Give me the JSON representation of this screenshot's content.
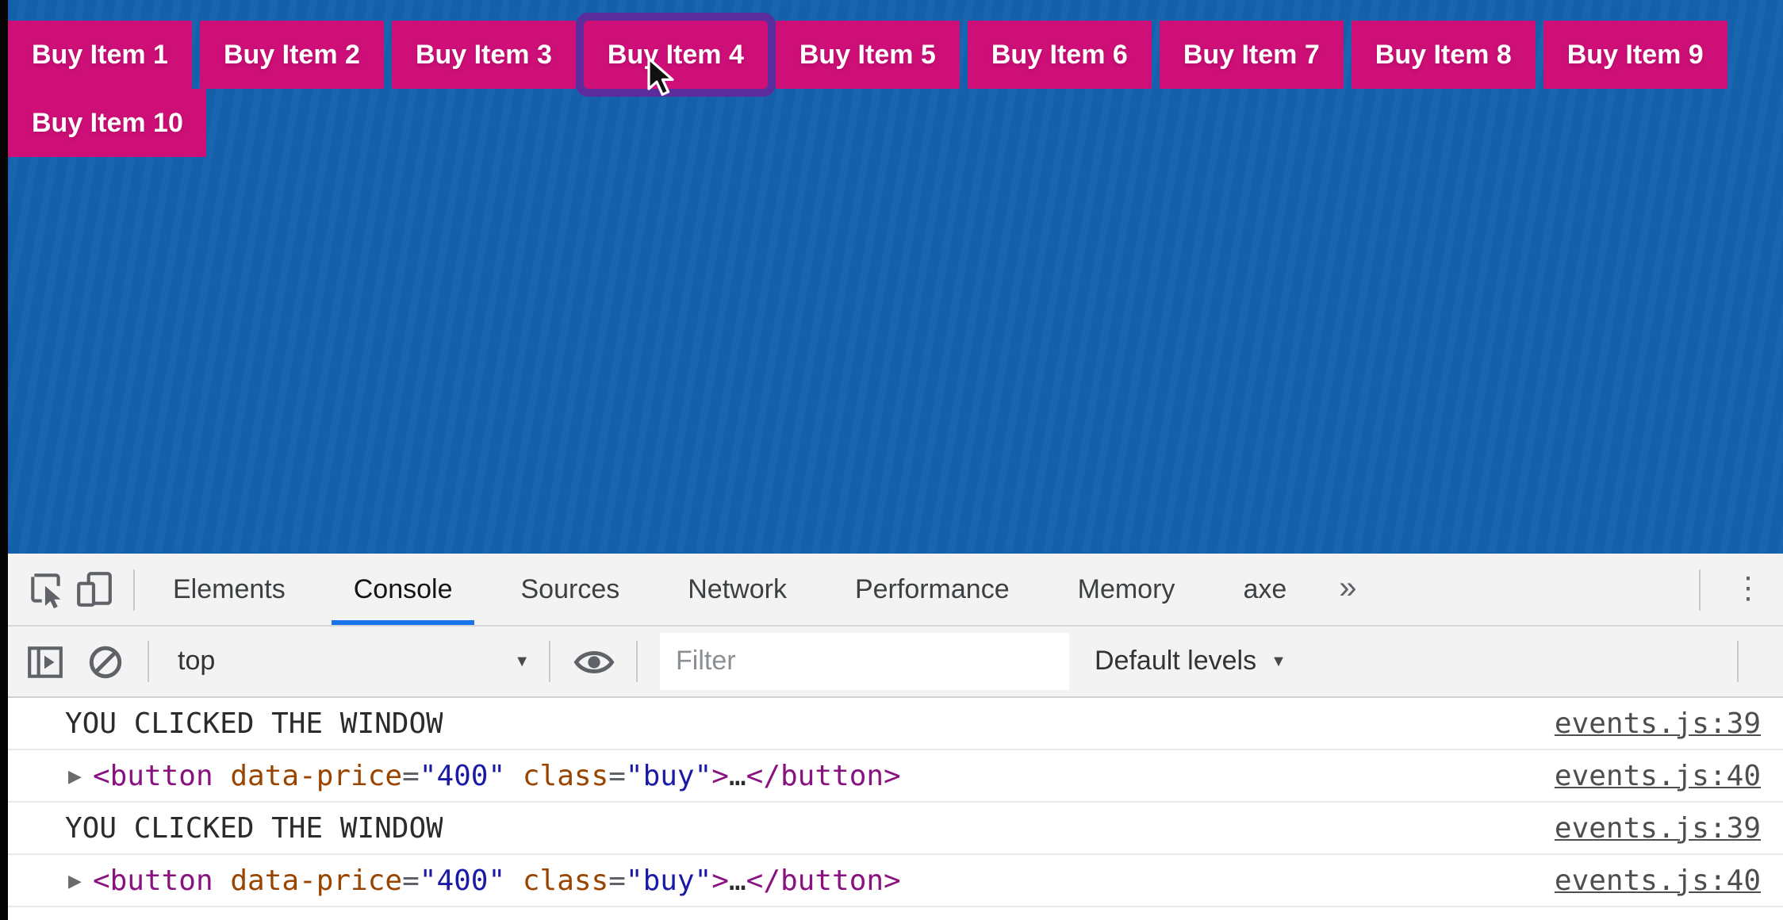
{
  "page": {
    "background_color": "#1561ad",
    "button_color": "#ce0f78",
    "focus_ring_color": "#5b2d9c",
    "focused_button": "Buy Item 4",
    "buttons": [
      {
        "label": "Buy Item 1"
      },
      {
        "label": "Buy Item 2"
      },
      {
        "label": "Buy Item 3"
      },
      {
        "label": "Buy Item 4"
      },
      {
        "label": "Buy Item 5"
      },
      {
        "label": "Buy Item 6"
      },
      {
        "label": "Buy Item 7"
      },
      {
        "label": "Buy Item 8"
      },
      {
        "label": "Buy Item 9"
      },
      {
        "label": "Buy Item 10"
      }
    ]
  },
  "devtools": {
    "accent_color": "#1a73e8",
    "tabs": [
      {
        "label": "Elements",
        "active": false
      },
      {
        "label": "Console",
        "active": true
      },
      {
        "label": "Sources",
        "active": false
      },
      {
        "label": "Network",
        "active": false
      },
      {
        "label": "Performance",
        "active": false
      },
      {
        "label": "Memory",
        "active": false
      },
      {
        "label": "axe",
        "active": false
      }
    ],
    "more_tabs_glyph": "»",
    "kebab_glyph": "⋮",
    "toolbar": {
      "context_selected": "top",
      "caret_glyph": "▼",
      "filter_placeholder": "Filter",
      "levels_label": "Default levels"
    },
    "logs": [
      {
        "kind": "text",
        "text": "YOU CLICKED THE WINDOW",
        "source": "events.js:39"
      },
      {
        "kind": "element",
        "twisty_glyph": "▶",
        "tokens": [
          {
            "t": "<button ",
            "c": "tag"
          },
          {
            "t": "data-price",
            "c": "attr"
          },
          {
            "t": "=",
            "c": "punct"
          },
          {
            "t": "\"400\"",
            "c": "val"
          },
          {
            "t": " ",
            "c": "plain"
          },
          {
            "t": "class",
            "c": "attr"
          },
          {
            "t": "=",
            "c": "punct"
          },
          {
            "t": "\"buy\"",
            "c": "val"
          },
          {
            "t": ">",
            "c": "tag"
          },
          {
            "t": "…",
            "c": "plain"
          },
          {
            "t": "</button>",
            "c": "tag"
          }
        ],
        "source": "events.js:40"
      },
      {
        "kind": "text",
        "text": "YOU CLICKED THE WINDOW",
        "source": "events.js:39"
      },
      {
        "kind": "element",
        "twisty_glyph": "▶",
        "tokens": [
          {
            "t": "<button ",
            "c": "tag"
          },
          {
            "t": "data-price",
            "c": "attr"
          },
          {
            "t": "=",
            "c": "punct"
          },
          {
            "t": "\"400\"",
            "c": "val"
          },
          {
            "t": " ",
            "c": "plain"
          },
          {
            "t": "class",
            "c": "attr"
          },
          {
            "t": "=",
            "c": "punct"
          },
          {
            "t": "\"buy\"",
            "c": "val"
          },
          {
            "t": ">",
            "c": "tag"
          },
          {
            "t": "…",
            "c": "plain"
          },
          {
            "t": "</button>",
            "c": "tag"
          }
        ],
        "source": "events.js:40"
      }
    ]
  }
}
